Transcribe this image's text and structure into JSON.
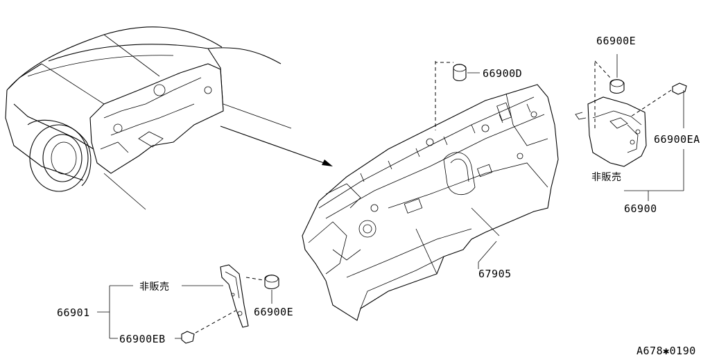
{
  "callouts": {
    "p66900D": "66900D",
    "p66900E_top": "66900E",
    "p66900EA": "66900EA",
    "not_for_sale_right": "非販売",
    "p66900": "66900",
    "p67905": "67905",
    "not_for_sale_left": "非販売",
    "p66901": "66901",
    "p66900E_bottom": "66900E",
    "p66900EB": "66900EB"
  },
  "diagram_code": "A678✱0190"
}
